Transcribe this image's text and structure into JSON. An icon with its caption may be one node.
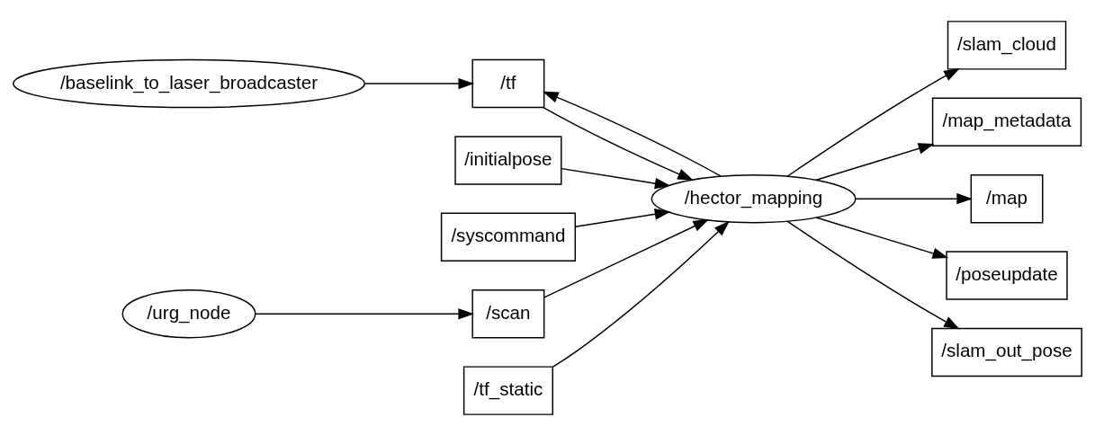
{
  "diagram": {
    "nodes": [
      {
        "text": [
          "/baselink_to_laser_broadcaster"
        ]
      },
      {
        "text": [
          "/tf"
        ]
      },
      {
        "text": [
          "/initialpose"
        ]
      },
      {
        "text": [
          "/syscommand"
        ]
      },
      {
        "text": [
          "/urg_node"
        ]
      },
      {
        "text": [
          "/scan"
        ]
      },
      {
        "text": [
          "/tf_static"
        ]
      },
      {
        "text": [
          "/hector_mapping"
        ]
      },
      {
        "text": [
          "/slam_cloud"
        ]
      },
      {
        "text": [
          "/map_metadata"
        ]
      },
      {
        "text": [
          "/map"
        ]
      },
      {
        "text": [
          "/poseupdate"
        ]
      },
      {
        "text": [
          "/slam_out_pose"
        ]
      }
    ],
    "edges": [
      {
        "from": 0,
        "to": 1,
        "arrow": "to"
      },
      {
        "from": 2,
        "to": 7,
        "arrow": "to"
      },
      {
        "from": 3,
        "to": 7,
        "arrow": "to"
      },
      {
        "from": 4,
        "to": 5,
        "arrow": "to"
      },
      {
        "from": 5,
        "to": 7,
        "arrow": "to"
      },
      {
        "from": 6,
        "to": 7,
        "arrow": "to"
      },
      {
        "from": 1,
        "to": 7,
        "arrow": "to"
      },
      {
        "from": 7,
        "to": 1,
        "arrow": "to"
      },
      {
        "from": 7,
        "to": 8,
        "arrow": "to"
      },
      {
        "from": 7,
        "to": 9,
        "arrow": "to"
      },
      {
        "from": 7,
        "to": 10,
        "arrow": "to"
      },
      {
        "from": 7,
        "to": 11,
        "arrow": "to"
      },
      {
        "from": 7,
        "to": 12,
        "arrow": "to"
      }
    ]
  }
}
